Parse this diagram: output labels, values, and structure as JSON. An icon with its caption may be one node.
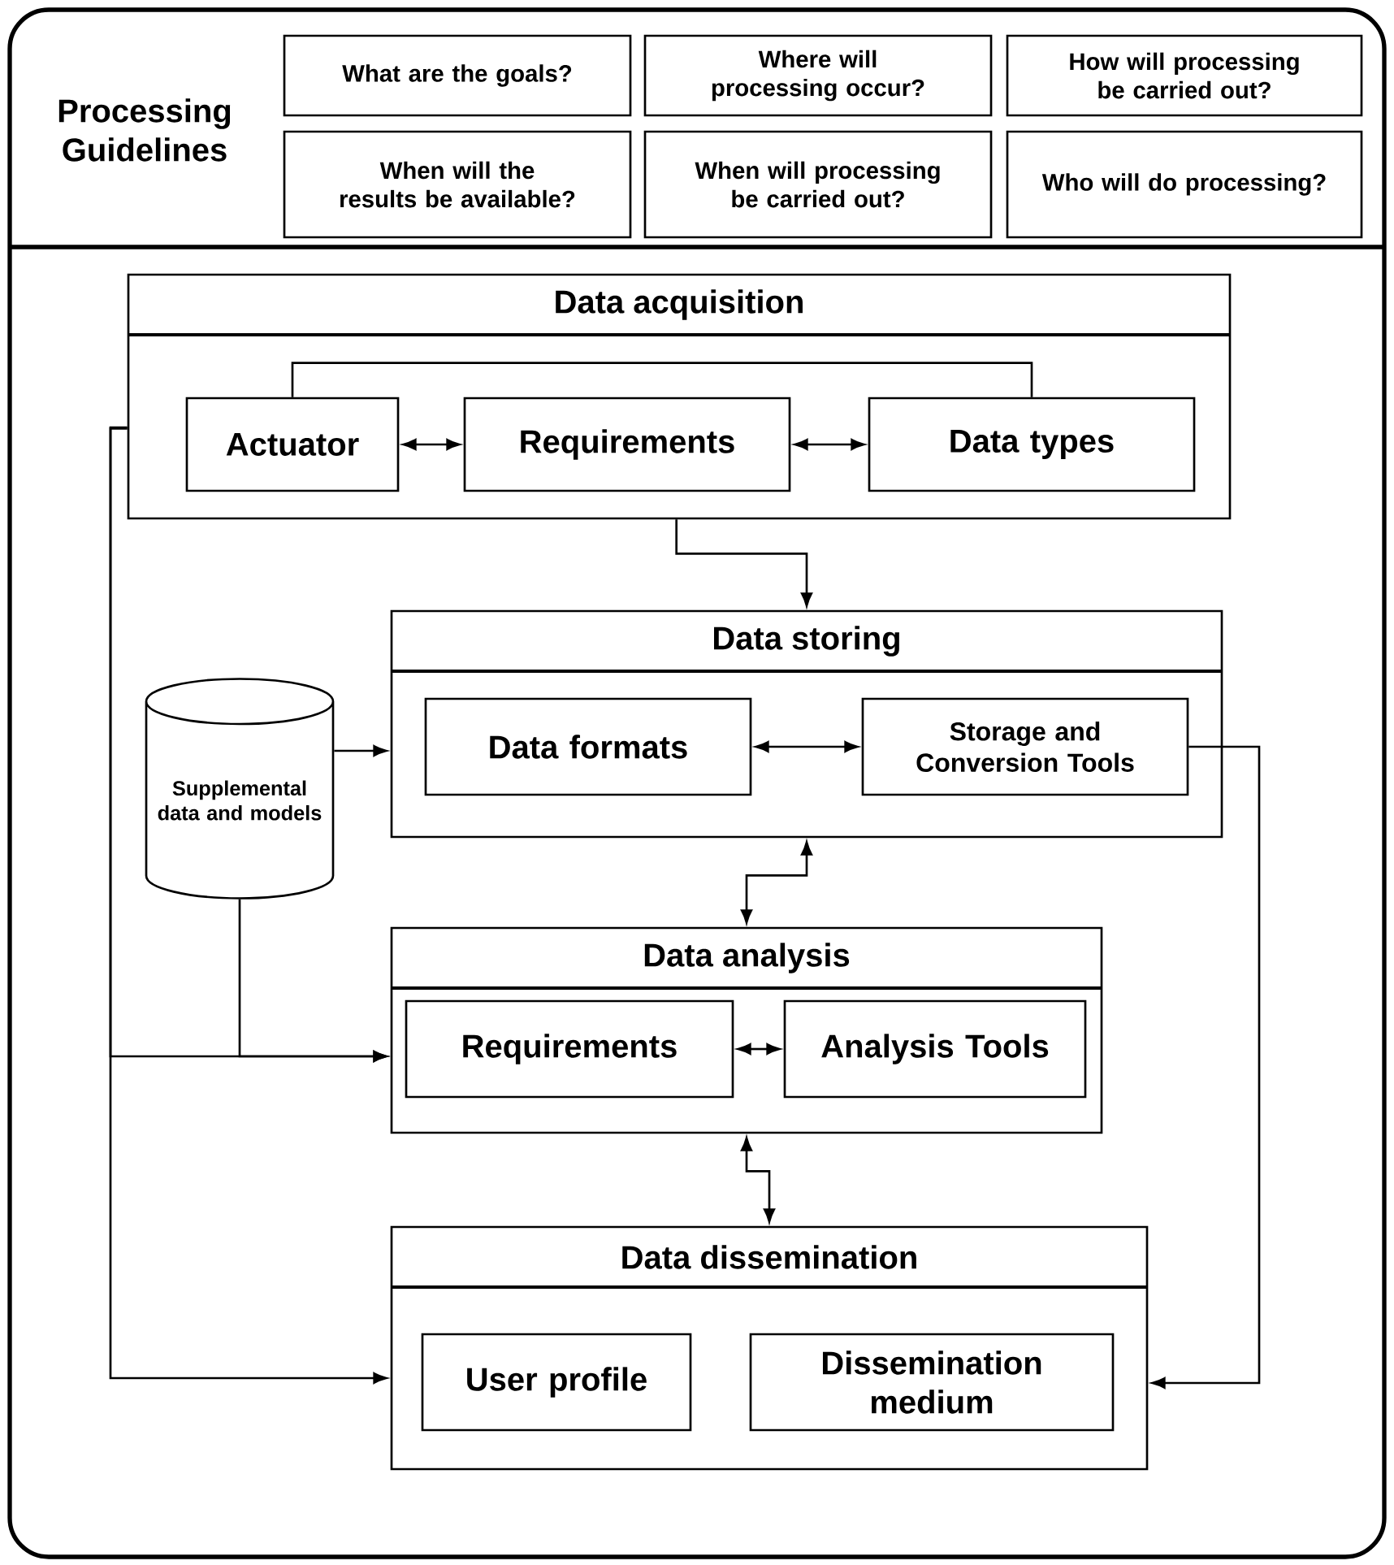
{
  "diagram": {
    "nodes": [
      {
        "text": [
          "Processing Guidelines"
        ]
      },
      {
        "text": [
          "What are the goals?"
        ]
      },
      {
        "text": [
          "Where will processing occur?"
        ]
      },
      {
        "text": [
          "How will processing be carried out?"
        ]
      },
      {
        "text": [
          "When will the results be available?"
        ]
      },
      {
        "text": [
          "When will processing be carried out?"
        ]
      },
      {
        "text": [
          "Who will do processing?"
        ]
      },
      {
        "text": [
          "Data acquisition"
        ]
      },
      {
        "text": [
          "Actuator"
        ],
        "in": 7
      },
      {
        "text": [
          "Requirements"
        ],
        "in": 7
      },
      {
        "text": [
          "Data types"
        ],
        "in": 7
      },
      {
        "text": [
          "Data storing"
        ]
      },
      {
        "text": [
          "Data formats"
        ],
        "in": 11
      },
      {
        "text": [
          "Storage and Conversion Tools"
        ],
        "in": 11
      },
      {
        "text": [
          "Supplemental data and models"
        ]
      },
      {
        "text": [
          "Data analysis"
        ]
      },
      {
        "text": [
          "Requirements"
        ],
        "in": 15
      },
      {
        "text": [
          "Analysis Tools"
        ],
        "in": 15
      },
      {
        "text": [
          "Data dissemination"
        ]
      },
      {
        "text": [
          "User profile"
        ],
        "in": 18
      },
      {
        "text": [
          "Dissemination medium"
        ],
        "in": 18
      }
    ],
    "edges": [
      {
        "from": 8,
        "to": 9,
        "arrow": "both"
      },
      {
        "from": 9,
        "to": 10,
        "arrow": "both"
      },
      {
        "from": 8,
        "to": 10,
        "arrow": "none"
      },
      {
        "from": 7,
        "to": 11,
        "arrow": "to"
      },
      {
        "from": 12,
        "to": 13,
        "arrow": "both"
      },
      {
        "from": 14,
        "to": 11,
        "arrow": "to"
      },
      {
        "from": 11,
        "to": 15,
        "arrow": "both"
      },
      {
        "from": 16,
        "to": 17,
        "arrow": "both"
      },
      {
        "from": 15,
        "to": 18,
        "arrow": "both"
      },
      {
        "from": 7,
        "to": 15,
        "arrow": "to"
      },
      {
        "from": 7,
        "to": 18,
        "arrow": "to"
      },
      {
        "from": 14,
        "to": 15,
        "arrow": "to"
      },
      {
        "from": 13,
        "to": 18,
        "arrow": "to"
      }
    ]
  }
}
